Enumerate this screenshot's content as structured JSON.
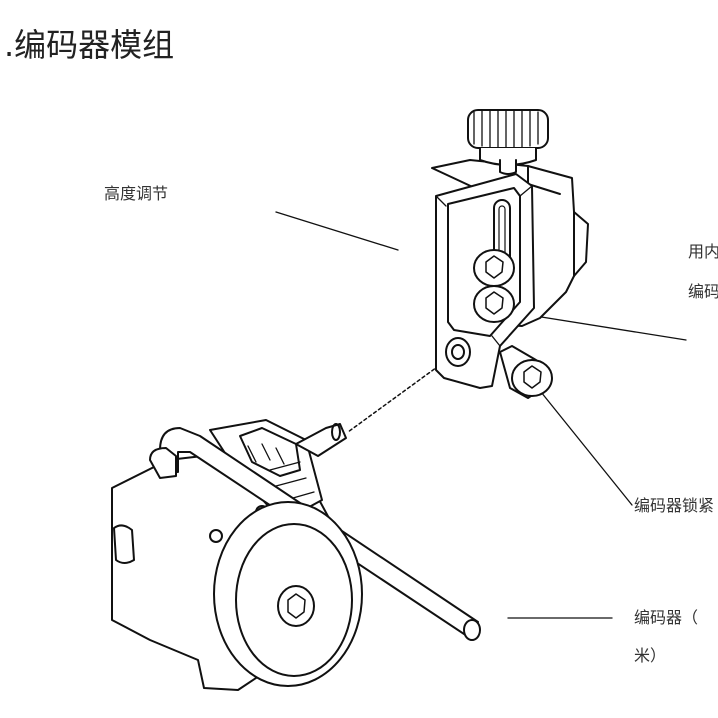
{
  "title": ".编码器模组",
  "labels": {
    "height_adjust": "高度调节",
    "inner_line1": "用内",
    "inner_line2": "编码",
    "lock": "编码器锁紧",
    "encoder_line1": "编码器（",
    "encoder_line2": "米）"
  },
  "colors": {
    "stroke": "#111111",
    "text": "#333333"
  }
}
